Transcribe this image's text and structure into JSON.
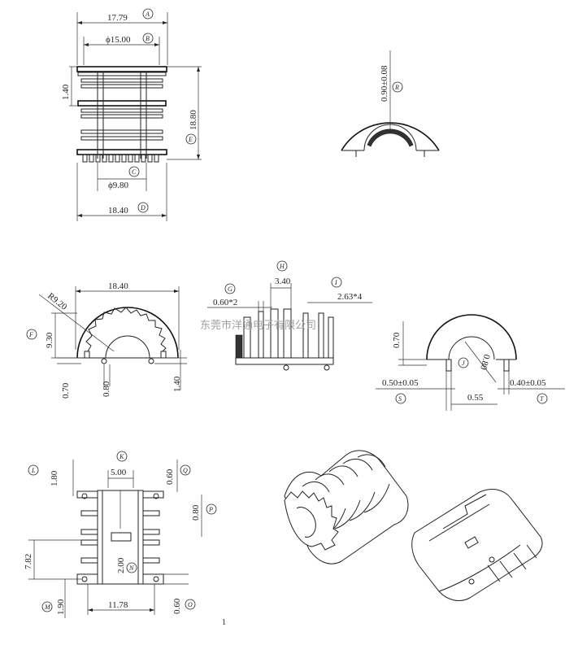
{
  "dims": {
    "a": "17.79",
    "b": "ϕ15.00",
    "c": "1.40",
    "d": "18.80",
    "e": "ϕ9.80",
    "f": "18.40",
    "g": "0.90±0.08",
    "h": "18.40",
    "i": "R9.20",
    "j": "9.30",
    "k": "0.70",
    "l": "0.80",
    "m": "1.40",
    "n": "3.40",
    "o": "0.60*2",
    "p": "2.63*4",
    "q": "0.70",
    "r": "0.80",
    "s": "0.50±0.05",
    "t": "0.55",
    "u": "0.40±0.05",
    "v": "1.80",
    "w": "5.00",
    "x": "0.60",
    "y": "0.80",
    "z": "7.82",
    "aa": "2.00",
    "ab": "1.90",
    "ac": "11.78",
    "ad": "0.60"
  },
  "refs": [
    "A",
    "B",
    "C",
    "D",
    "E",
    "R",
    "F",
    "G",
    "H",
    "I",
    "J",
    "S",
    "T",
    "L",
    "K",
    "Q",
    "P",
    "N",
    "M",
    "O"
  ],
  "watermark": "东莞市洋通电子有限公司",
  "page_mark": "1"
}
